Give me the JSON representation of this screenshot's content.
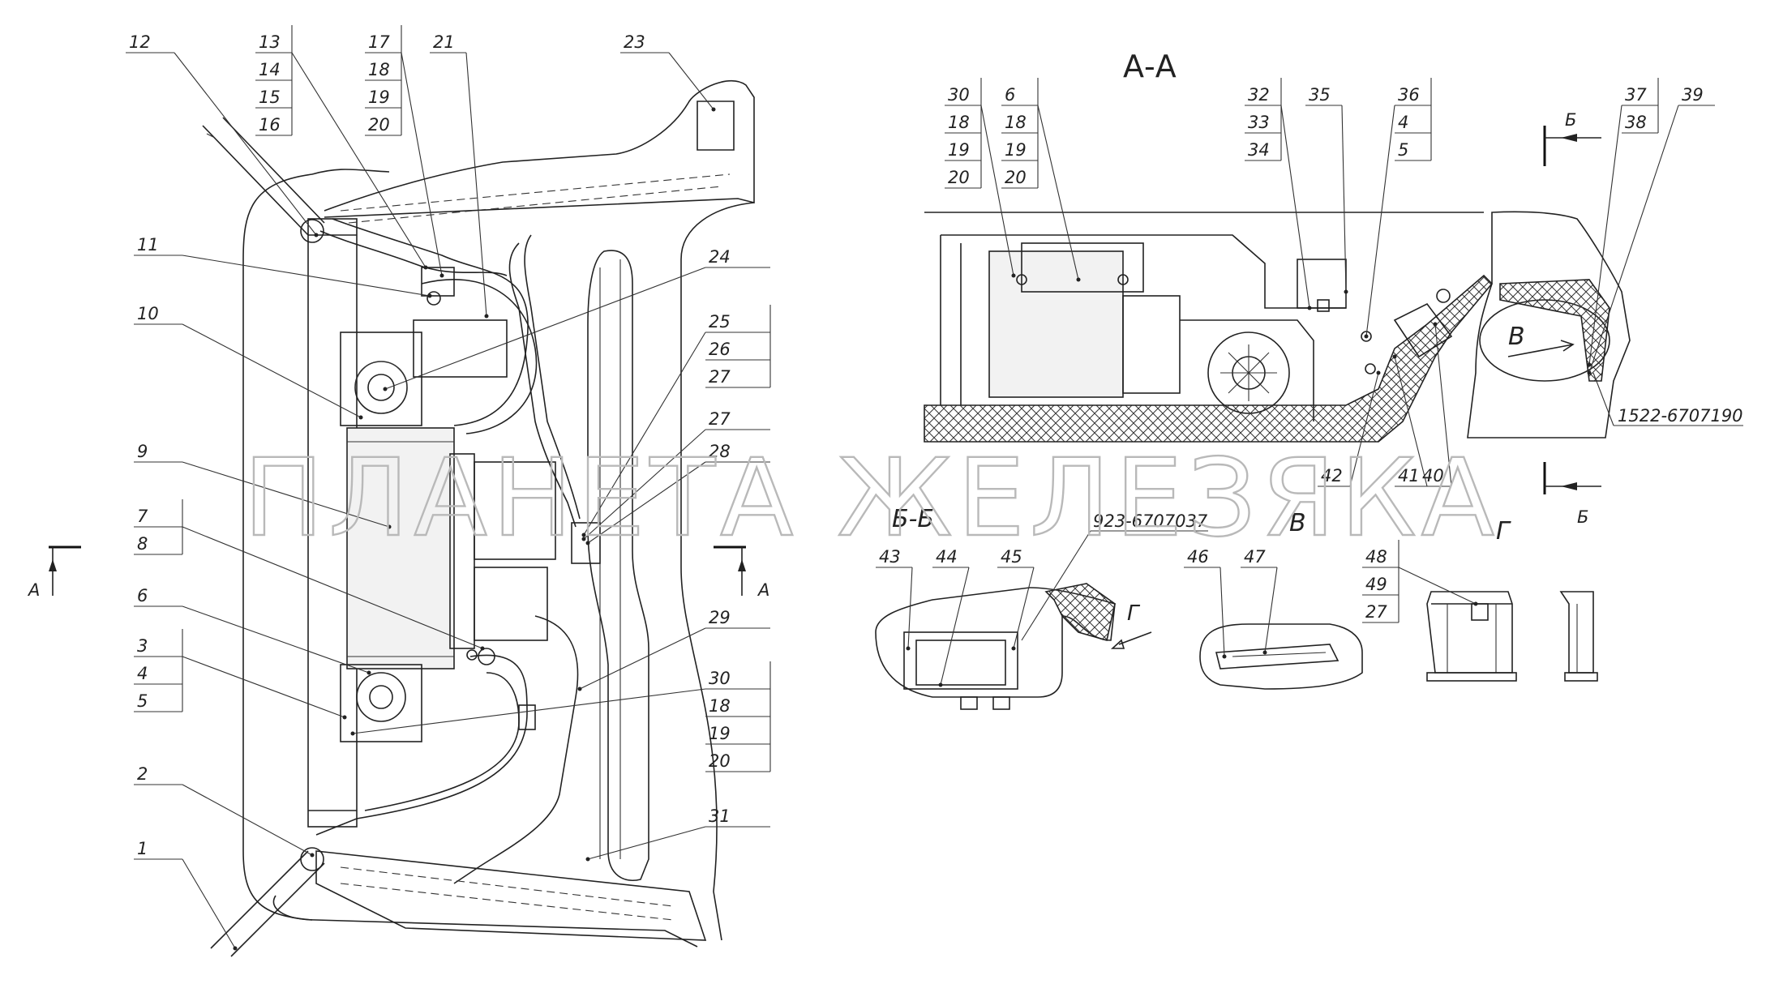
{
  "callouts_main": [
    {
      "id": "c1",
      "labels": [
        "1"
      ]
    },
    {
      "id": "c2",
      "labels": [
        "2"
      ]
    },
    {
      "id": "c3",
      "labels": [
        "3",
        "4",
        "5"
      ]
    },
    {
      "id": "c6",
      "labels": [
        "6"
      ]
    },
    {
      "id": "c7",
      "labels": [
        "7",
        "8"
      ]
    },
    {
      "id": "c9",
      "labels": [
        "9"
      ]
    },
    {
      "id": "c10",
      "labels": [
        "10"
      ]
    },
    {
      "id": "c11",
      "labels": [
        "11"
      ]
    },
    {
      "id": "c12",
      "labels": [
        "12"
      ]
    },
    {
      "id": "c13",
      "labels": [
        "13",
        "14",
        "15",
        "16"
      ]
    },
    {
      "id": "c17",
      "labels": [
        "17",
        "18",
        "19",
        "20"
      ]
    },
    {
      "id": "c21",
      "labels": [
        "21"
      ]
    },
    {
      "id": "c23",
      "labels": [
        "23"
      ]
    },
    {
      "id": "c24",
      "labels": [
        "24"
      ]
    },
    {
      "id": "c25",
      "labels": [
        "25",
        "26",
        "27"
      ]
    },
    {
      "id": "c27",
      "labels": [
        "27"
      ]
    },
    {
      "id": "c28",
      "labels": [
        "28"
      ]
    },
    {
      "id": "c29",
      "labels": [
        "29"
      ]
    },
    {
      "id": "c30",
      "labels": [
        "30",
        "18",
        "19",
        "20"
      ]
    },
    {
      "id": "c31",
      "labels": [
        "31"
      ]
    }
  ],
  "section_aa": {
    "title": "А-А",
    "callouts": [
      {
        "id": "s30",
        "labels": [
          "30",
          "18",
          "19",
          "20"
        ]
      },
      {
        "id": "s6",
        "labels": [
          "6",
          "18",
          "19",
          "20"
        ]
      },
      {
        "id": "s32",
        "labels": [
          "32",
          "33",
          "34"
        ]
      },
      {
        "id": "s35",
        "labels": [
          "35"
        ]
      },
      {
        "id": "s36",
        "labels": [
          "36",
          "4",
          "5"
        ]
      },
      {
        "id": "s37",
        "labels": [
          "37",
          "38"
        ]
      },
      {
        "id": "s39",
        "labels": [
          "39"
        ]
      },
      {
        "id": "s40",
        "labels": [
          "40"
        ]
      },
      {
        "id": "s41",
        "labels": [
          "41"
        ]
      },
      {
        "id": "s42",
        "labels": [
          "42"
        ]
      }
    ],
    "part_number": "1522-6707190",
    "view_v_label": "В"
  },
  "section_bb": {
    "title": "Б-Б",
    "part_number": "923-6707037",
    "callouts": [
      {
        "id": "b43",
        "labels": [
          "43"
        ]
      },
      {
        "id": "b44",
        "labels": [
          "44"
        ]
      },
      {
        "id": "b45",
        "labels": [
          "45"
        ]
      }
    ],
    "view_g_label": "Г"
  },
  "view_v": {
    "title": "В",
    "callouts": [
      {
        "id": "v46",
        "labels": [
          "46"
        ]
      },
      {
        "id": "v47",
        "labels": [
          "47"
        ]
      }
    ]
  },
  "view_g": {
    "title": "Г",
    "callouts": [
      {
        "id": "g48",
        "labels": [
          "48",
          "49",
          "27"
        ]
      }
    ]
  },
  "section_markers": {
    "a_left": "А",
    "a_right": "А",
    "b_top": "Б",
    "b_bottom": "Б"
  },
  "watermark": "ПЛАНЕТА ЖЕЛЕЗЯКА"
}
